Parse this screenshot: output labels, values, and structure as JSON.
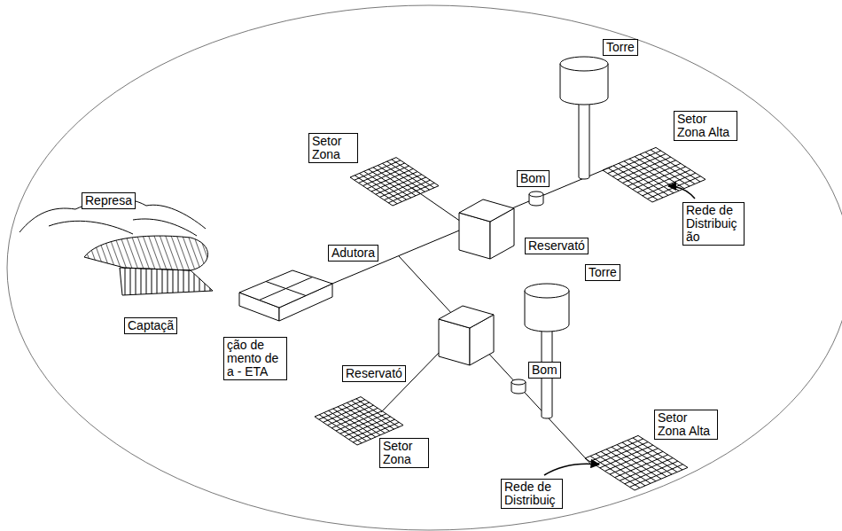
{
  "diagram": {
    "nodes": [
      {
        "text": [
          "Torre"
        ]
      },
      {
        "text": [
          "Setor Zona Alta"
        ]
      },
      {
        "text": [
          "Setor Zona"
        ]
      },
      {
        "text": [
          "Represa"
        ]
      },
      {
        "text": [
          "Bom"
        ]
      },
      {
        "text": [
          "Rede de Distribuiç ão"
        ]
      },
      {
        "text": [
          "Reservató"
        ]
      },
      {
        "text": [
          "Adutora"
        ]
      },
      {
        "text": [
          "Torre"
        ]
      },
      {
        "text": [
          "Captaçã"
        ]
      },
      {
        "text": [
          "ção de mento de a - ETA"
        ]
      },
      {
        "text": [
          "Reservató"
        ]
      },
      {
        "text": [
          "Bom"
        ]
      },
      {
        "text": [
          "Setor Zona Alta"
        ]
      },
      {
        "text": [
          "Rede de Distribuiç"
        ]
      },
      {
        "text": [
          "Setor Zona"
        ]
      }
    ]
  }
}
